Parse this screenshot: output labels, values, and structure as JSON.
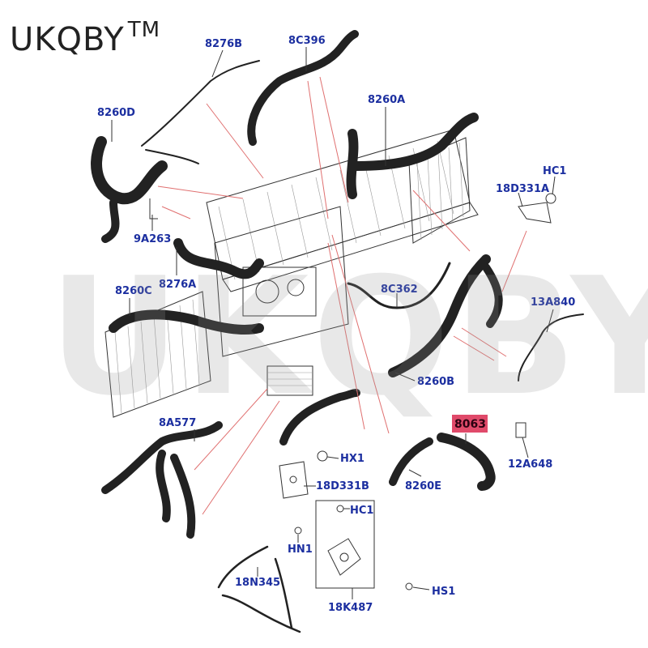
{
  "brand": {
    "text": "UKQBY",
    "tm": "TM"
  },
  "watermark": {
    "text": "UKQBY",
    "tm": "TM"
  },
  "highlight_color": "#e04a6a",
  "label_color": "#1c2fa0",
  "callouts": {
    "c8276B": "8276B",
    "c8C396": "8C396",
    "c8260D": "8260D",
    "c8260A": "8260A",
    "cHC1a": "HC1",
    "c18D331A": "18D331A",
    "c9A263": "9A263",
    "c8276A": "8276A",
    "c8260C": "8260C",
    "c8C362": "8C362",
    "c13A840": "13A840",
    "c8260B": "8260B",
    "c8063": "8063",
    "c8A577": "8A577",
    "cHX1": "HX1",
    "c12A648": "12A648",
    "c18D331B": "18D331B",
    "c8260E": "8260E",
    "cHC1b": "HC1",
    "cHN1": "HN1",
    "c18N345": "18N345",
    "cHS1": "HS1",
    "c18K487": "18K487"
  }
}
